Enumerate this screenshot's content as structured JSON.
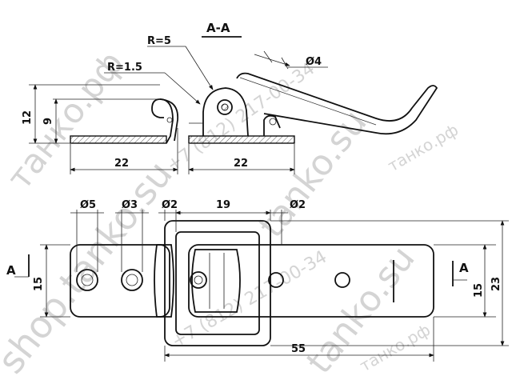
{
  "section_view": {
    "title": "A-A",
    "radius_large": "R=5",
    "radius_small": "R=1.5",
    "diameter_top": "Ø4",
    "height_outer": "12",
    "height_inner": "9",
    "width_left": "22",
    "width_right": "22"
  },
  "plan_view": {
    "hole_d5": "Ø5",
    "hole_d3": "Ø3",
    "hole_d2_left": "Ø2",
    "span_19": "19",
    "hole_d2_right": "Ø2",
    "width_15_left": "15",
    "width_15_right": "15",
    "width_23": "23",
    "length_55": "55",
    "section_mark_left": "A",
    "section_mark_right": "A"
  },
  "watermarks": {
    "site_shop": "shop.tanko.su",
    "site_ru": "танко.рф",
    "site_su": "tanko.su",
    "phone": "+7 (812) 217-00-34"
  }
}
